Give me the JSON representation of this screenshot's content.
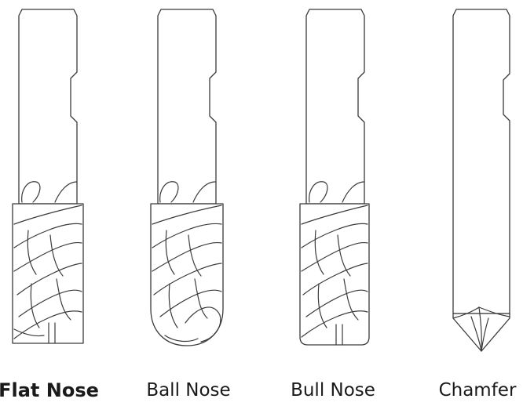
{
  "tools": [
    {
      "id": "flat",
      "label": "Flat Nose"
    },
    {
      "id": "ball",
      "label": "Ball Nose"
    },
    {
      "id": "bull",
      "label": "Bull Nose"
    },
    {
      "id": "chamfer",
      "label": "Chamfer"
    }
  ]
}
